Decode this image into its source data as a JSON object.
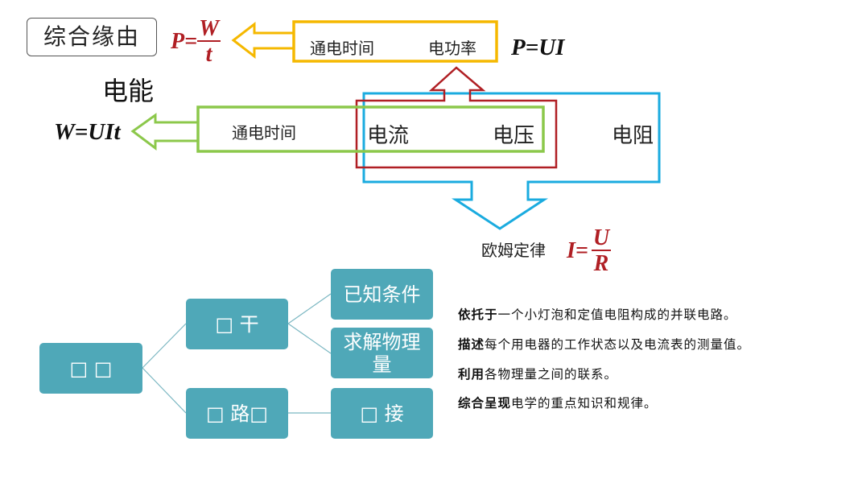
{
  "title": "综合缘由",
  "top_formula": {
    "lhs": "P=",
    "numerator": "W",
    "denominator": "t"
  },
  "yellow_box": {
    "left_label": "通电时间",
    "right_label": "电功率"
  },
  "top_right_formula": "P=UI",
  "energy_label": "电能",
  "green_box": {
    "label": "通电时间"
  },
  "left_formula": "W=UIt",
  "current_label": "电流",
  "voltage_label": "电压",
  "resistance_label": "电阻",
  "ohm_law": {
    "label": "欧姆定律",
    "lhs": "I=",
    "numerator": "U",
    "denominator": "R"
  },
  "tree": {
    "root": "□ □",
    "branch1": "□ 干",
    "branch2": "□ 路□",
    "leaf1": "已知条件",
    "leaf2_line1": "求解物理",
    "leaf2_line2": "量",
    "leaf3": "□ 接"
  },
  "descriptions": [
    {
      "bold": "依托于",
      "text": "一个小灯泡和定值电阻构成的并联电路。"
    },
    {
      "bold": "描述",
      "text": "每个用电器的工作状态以及电流表的测量值。"
    },
    {
      "bold": "利用",
      "text": "各物理量之间的联系。"
    },
    {
      "bold": "综合呈现",
      "text": "电学的重点知识和规律。"
    }
  ],
  "colors": {
    "yellow": "#f5b800",
    "green": "#8cc84b",
    "red": "#b01f24",
    "blue": "#1aabdf",
    "teal_node": "#4fa8b8",
    "connector": "#7bb7c2"
  }
}
